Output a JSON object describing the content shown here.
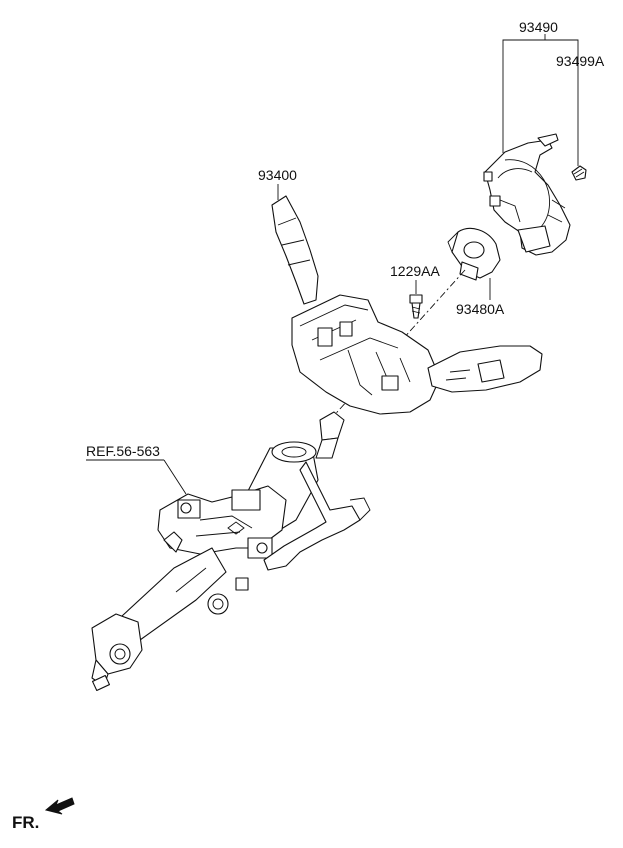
{
  "labels": {
    "p93490": "93490",
    "p93499A": "93499A",
    "p93400": "93400",
    "p1229AA": "1229AA",
    "p93480A": "93480A",
    "ref": "REF.56-563",
    "fr": "FR."
  },
  "colors": {
    "line": "#111111",
    "background": "#ffffff"
  },
  "icons": {
    "front_arrow": "arrow-icon"
  }
}
